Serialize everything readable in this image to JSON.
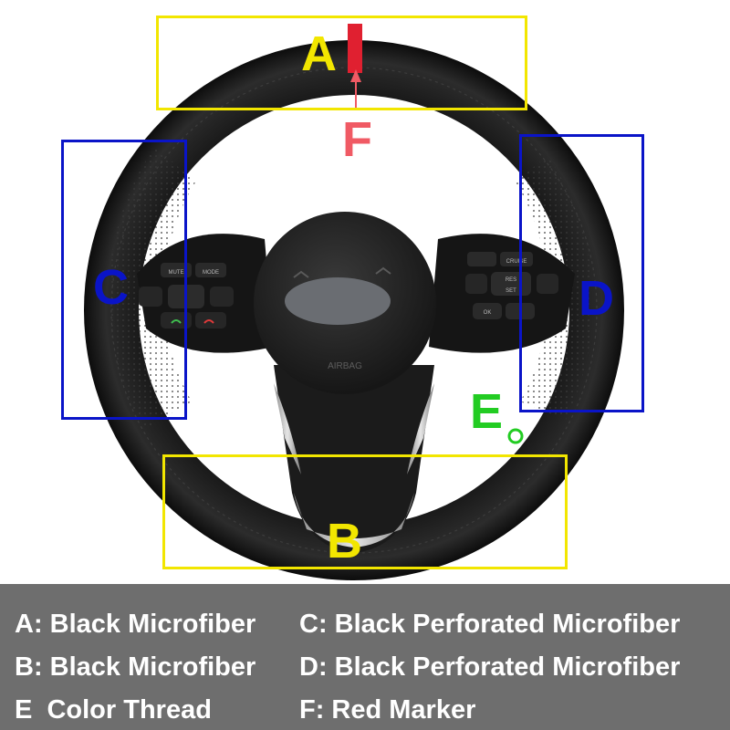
{
  "callouts": {
    "a": {
      "letter": "A",
      "color": "#f2e600"
    },
    "b": {
      "letter": "B",
      "color": "#f2e600"
    },
    "c": {
      "letter": "C",
      "color": "#0a14c8"
    },
    "d": {
      "letter": "D",
      "color": "#0a14c8"
    },
    "e": {
      "letter": "E",
      "color": "#22cc22"
    },
    "f": {
      "letter": "F",
      "color": "#f05a64"
    }
  },
  "wheel_labels": {
    "airbag": "AIRBAG",
    "mode": "MODE",
    "mute": "MUTE",
    "cruise": "CRUISE",
    "res": "RES",
    "set": "SET",
    "ok": "OK"
  },
  "legend": {
    "a": "A: Black Microfiber",
    "b": "B: Black Microfiber",
    "c": "C: Black Perforated Microfiber",
    "d": "D: Black Perforated Microfiber",
    "e": "E  Color Thread",
    "f": "F: Red Marker"
  },
  "colors": {
    "legend_bg": "#6e6e6e",
    "red_marker": "#e02030",
    "leather": "#141414"
  }
}
